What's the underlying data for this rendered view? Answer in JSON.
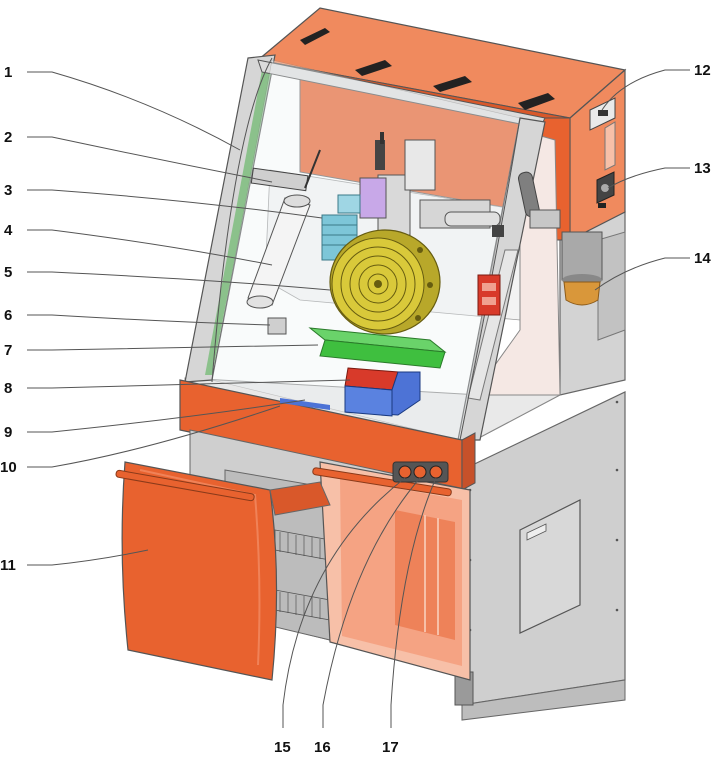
{
  "colors": {
    "orange_panel": "#e8622f",
    "orange_light": "#f3906a",
    "orange_tint": "#f7c0a8",
    "frame_grey": "#d6d6d6",
    "cabinet_grey": "#cfcfcf",
    "glass": "#eef4f6",
    "wheel_yellow": "#d9c93a",
    "table_green": "#3fbf3f",
    "vise_red": "#d83a2a",
    "vise_blue": "#4d73d6",
    "fixture_teal": "#7dc6d8",
    "lamp_amber": "#d9973a"
  },
  "callouts": [
    {
      "number": "1",
      "side": "left"
    },
    {
      "number": "2",
      "side": "left"
    },
    {
      "number": "3",
      "side": "left"
    },
    {
      "number": "4",
      "side": "left"
    },
    {
      "number": "5",
      "side": "left"
    },
    {
      "number": "6",
      "side": "left"
    },
    {
      "number": "7",
      "side": "left"
    },
    {
      "number": "8",
      "side": "left"
    },
    {
      "number": "9",
      "side": "left"
    },
    {
      "number": "10",
      "side": "left"
    },
    {
      "number": "11",
      "side": "left"
    },
    {
      "number": "12",
      "side": "right"
    },
    {
      "number": "13",
      "side": "right"
    },
    {
      "number": "14",
      "side": "right"
    },
    {
      "number": "15",
      "side": "bottom"
    },
    {
      "number": "16",
      "side": "bottom"
    },
    {
      "number": "17",
      "side": "bottom"
    }
  ]
}
